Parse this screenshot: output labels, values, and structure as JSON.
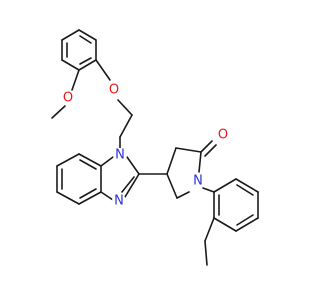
{
  "colors": {
    "bond": "#1a1a1a",
    "oxygen": "#e8191a",
    "nitrogen": "#2a33d8",
    "background": "#ffffff"
  },
  "atoms": {
    "ether_o": "O",
    "methoxy_o": "O",
    "imidazole_n1": "N",
    "imidazole_n3": "N",
    "lactam_n": "N",
    "carbonyl_o": "O"
  }
}
